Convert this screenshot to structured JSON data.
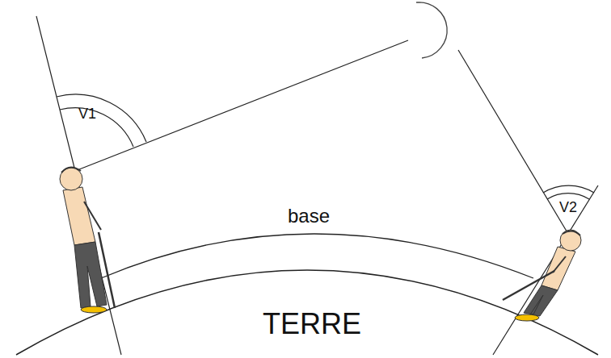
{
  "diagram": {
    "labels": [
      "V1",
      "V2",
      "base",
      "TERRE"
    ]
  }
}
